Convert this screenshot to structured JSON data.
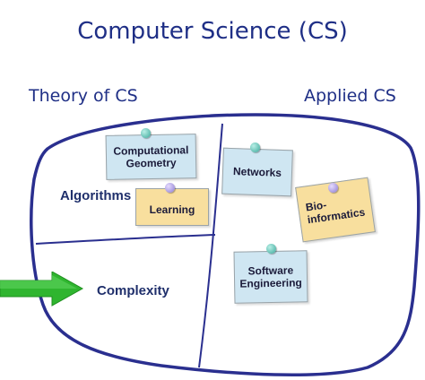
{
  "title": "Computer Science (CS)",
  "labels": {
    "theory": "Theory of CS",
    "applied": "Applied CS",
    "algorithms": "Algorithms",
    "complexity": "Complexity"
  },
  "notes": {
    "computational_geometry_line1": "Computational",
    "computational_geometry_line2": "Geometry",
    "learning": "Learning",
    "networks": "Networks",
    "bioinformatics_line1": "Bio-",
    "bioinformatics_line2": "informatics",
    "software_engineering_line1": "Software",
    "software_engineering_line2": "Engineering"
  },
  "colors": {
    "title": "#1f2f86",
    "outline": "#2a2f8f",
    "note_blue": "#cfe6f2",
    "note_yellow": "#f8df9e",
    "arrow": "#2fb52f"
  }
}
